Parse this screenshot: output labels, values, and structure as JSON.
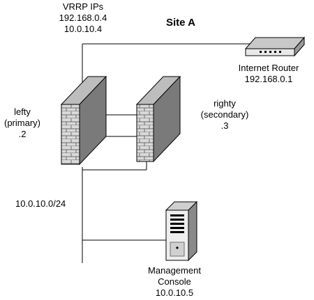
{
  "labels": {
    "site": "Site A",
    "vrrp": [
      "VRRP IPs",
      "192.168.0.4",
      "10.0.10.4"
    ],
    "router": [
      "Internet Router",
      "192.168.0.1"
    ],
    "lefty": [
      "lefty",
      "(primary)",
      ".2"
    ],
    "righty": [
      "righty",
      "(secondary)",
      ".3"
    ],
    "subnet": "10.0.10.0/24",
    "console": [
      "Management",
      "Console",
      "10.0.10.5"
    ]
  },
  "icons": [
    "router-icon",
    "firewall-icon",
    "server-icon"
  ]
}
